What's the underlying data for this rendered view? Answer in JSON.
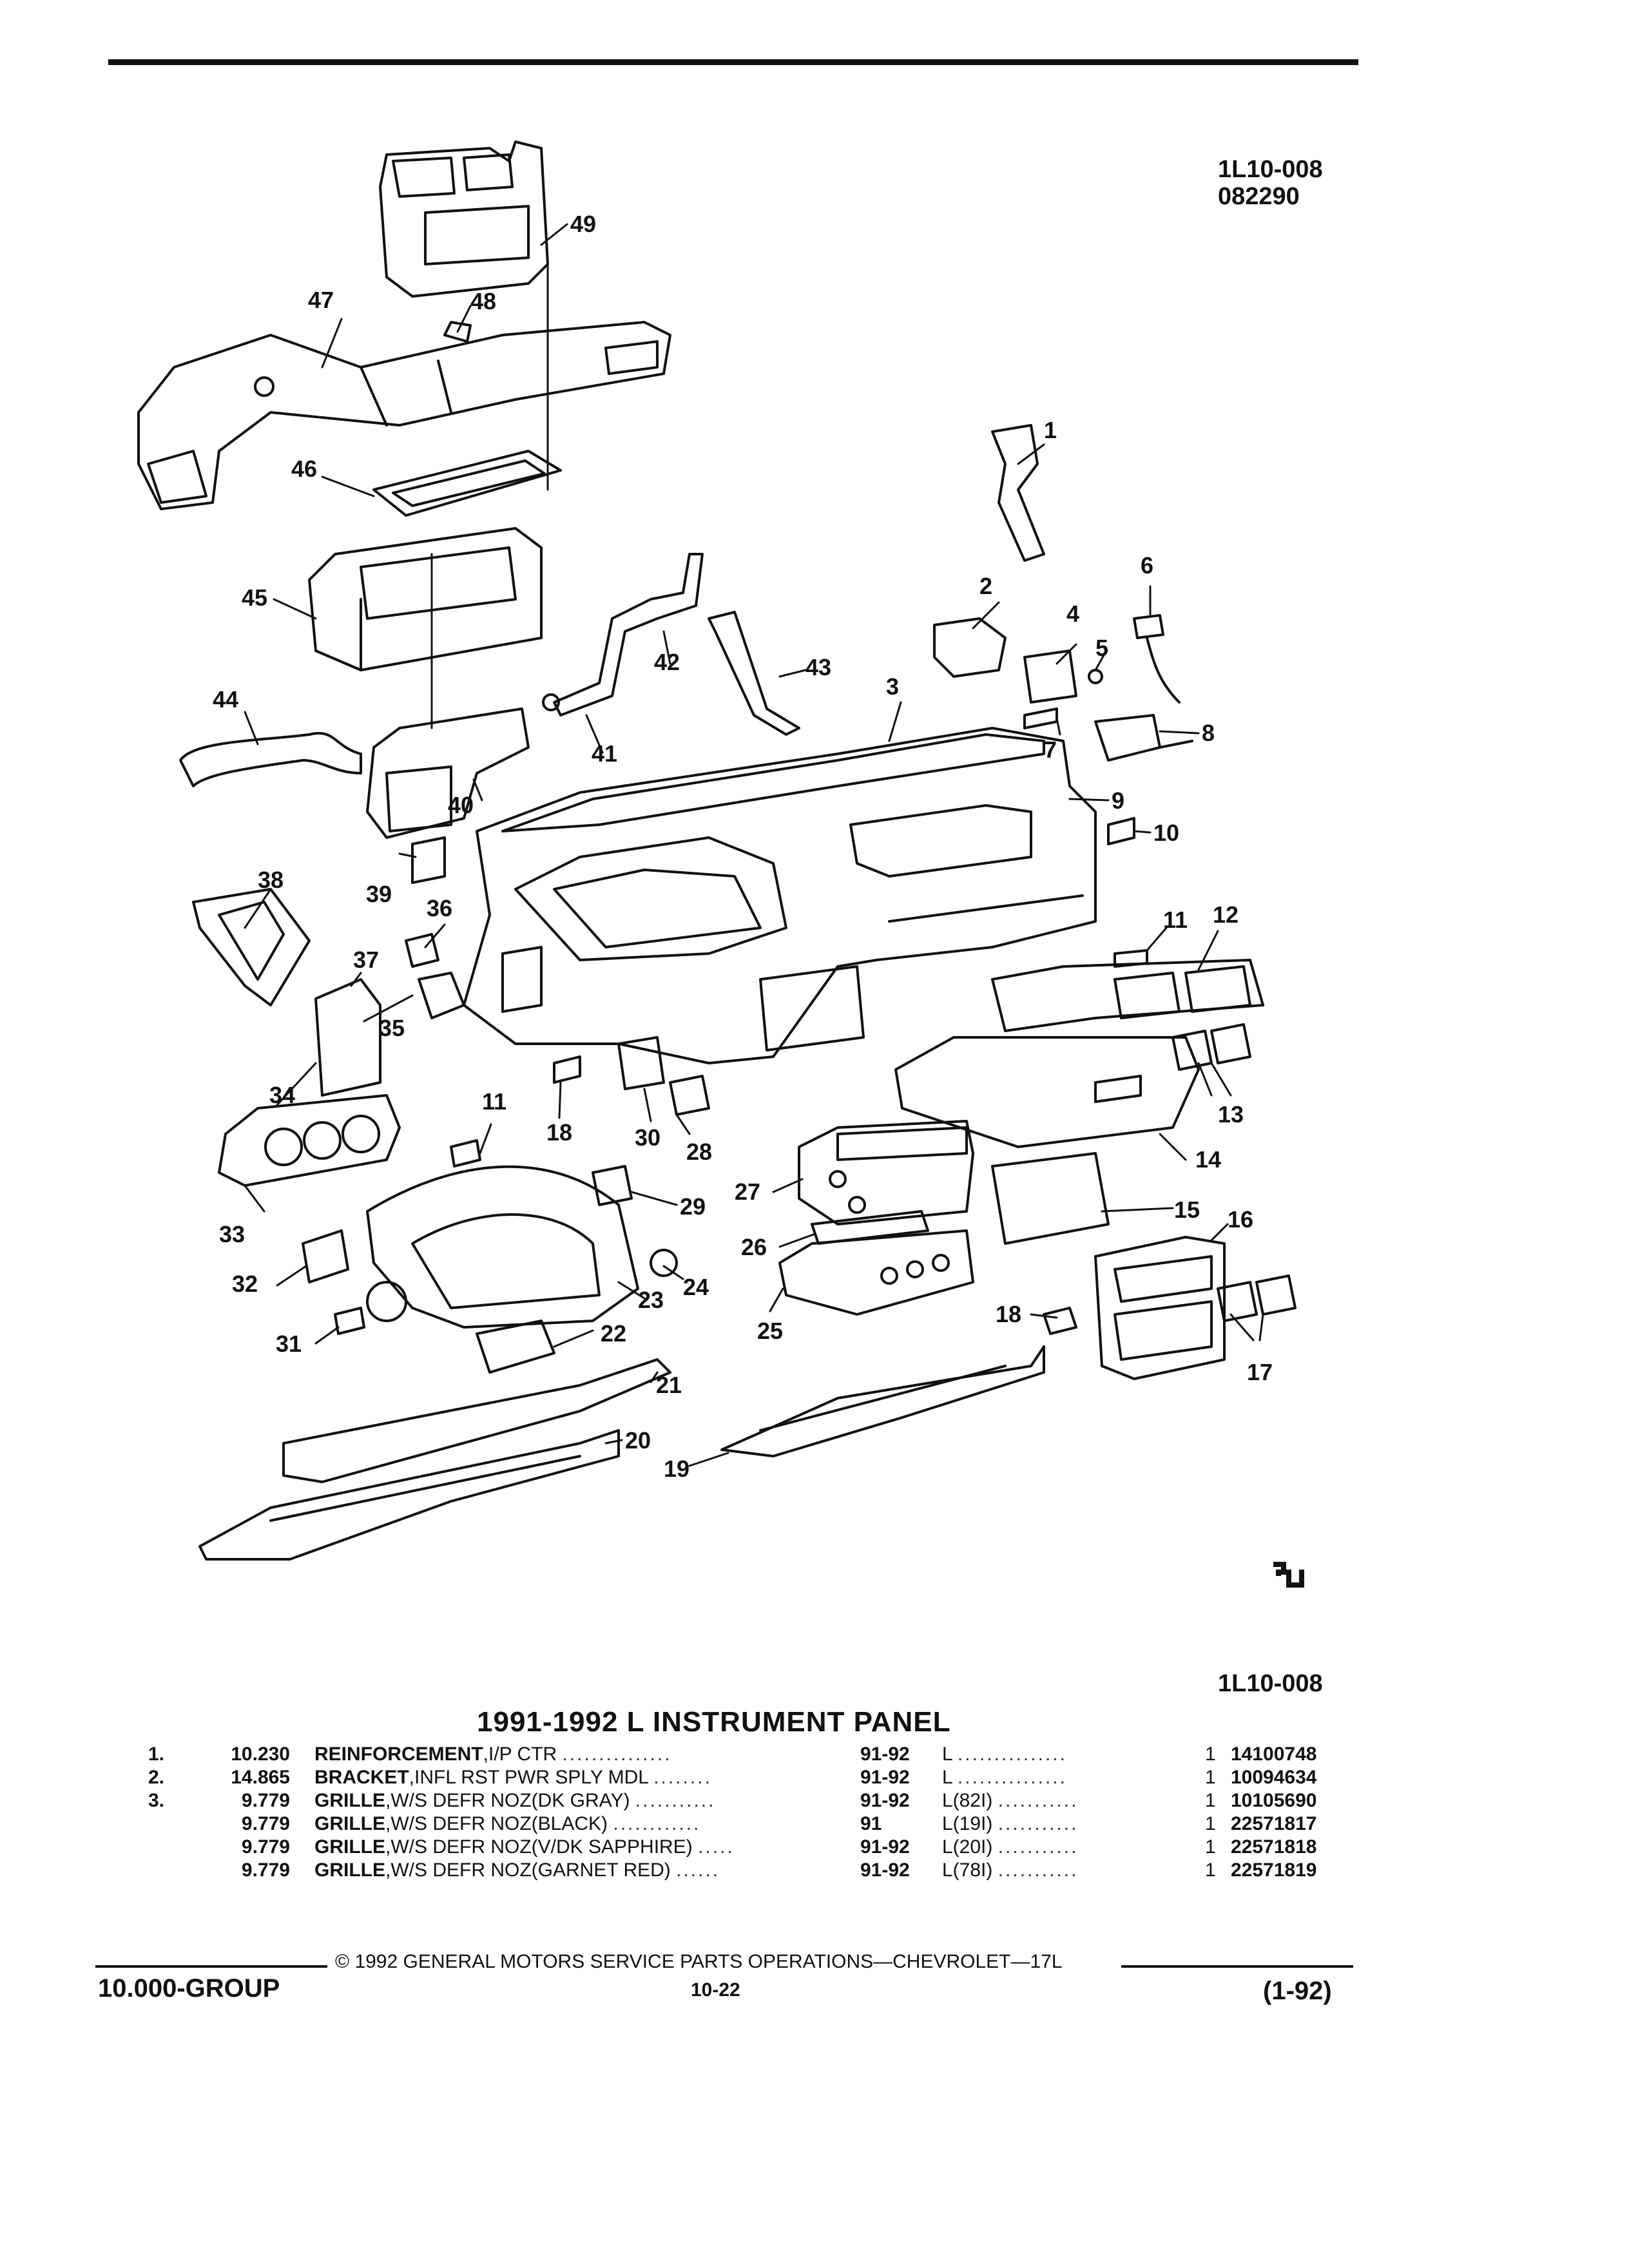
{
  "header": {
    "fig_code": "1L10-008",
    "date_code": "082290"
  },
  "diagram": {
    "callouts": [
      "1",
      "2",
      "3",
      "4",
      "5",
      "6",
      "7",
      "8",
      "9",
      "10",
      "11",
      "12",
      "13",
      "14",
      "15",
      "16",
      "17",
      "18",
      "19",
      "20",
      "21",
      "22",
      "23",
      "24",
      "25",
      "26",
      "27",
      "28",
      "29",
      "30",
      "31",
      "32",
      "33",
      "34",
      "35",
      "36",
      "37",
      "38",
      "39",
      "40",
      "41",
      "42",
      "43",
      "44",
      "45",
      "46",
      "47",
      "48",
      "49",
      "11",
      "18"
    ],
    "logo_icon": "gm-service-parts-logo"
  },
  "figure_ref": "1L10-008",
  "section_title": "1991-1992 L INSTRUMENT PANEL",
  "parts": [
    {
      "no": "1.",
      "group": "10.230",
      "name": "REINFORCEMENT",
      "desc": ",I/P CTR",
      "dots": "...............",
      "years": "91-92",
      "model": "L",
      "mdots": "...............",
      "qty": "1",
      "pn": "14100748"
    },
    {
      "no": "2.",
      "group": "14.865",
      "name": "BRACKET",
      "desc": ",INFL RST PWR SPLY MDL",
      "dots": "........",
      "years": "91-92",
      "model": "L",
      "mdots": "...............",
      "qty": "1",
      "pn": "10094634"
    },
    {
      "no": "3.",
      "group": "9.779",
      "name": "GRILLE",
      "desc": ",W/S DEFR NOZ(DK GRAY)",
      "dots": "...........",
      "years": "91-92",
      "model": "L(82I)",
      "mdots": "...........",
      "qty": "1",
      "pn": "10105690"
    },
    {
      "no": "",
      "group": "9.779",
      "name": "GRILLE",
      "desc": ",W/S DEFR NOZ(BLACK)",
      "dots": "............",
      "years": "91",
      "model": "L(19I)",
      "mdots": "...........",
      "qty": "1",
      "pn": "22571817"
    },
    {
      "no": "",
      "group": "9.779",
      "name": "GRILLE",
      "desc": ",W/S DEFR NOZ(V/DK SAPPHIRE)",
      "dots": ".....",
      "years": "91-92",
      "model": "L(20I)",
      "mdots": "...........",
      "qty": "1",
      "pn": "22571818"
    },
    {
      "no": "",
      "group": "9.779",
      "name": "GRILLE",
      "desc": ",W/S DEFR NOZ(GARNET RED)",
      "dots": "......",
      "years": "91-92",
      "model": "L(78I)",
      "mdots": "...........",
      "qty": "1",
      "pn": "22571819"
    }
  ],
  "footer": {
    "copyright": "© 1992 GENERAL MOTORS SERVICE PARTS OPERATIONS—CHEVROLET—17L",
    "group": "10.000-GROUP",
    "page": "10-22",
    "revision": "(1-92)"
  }
}
